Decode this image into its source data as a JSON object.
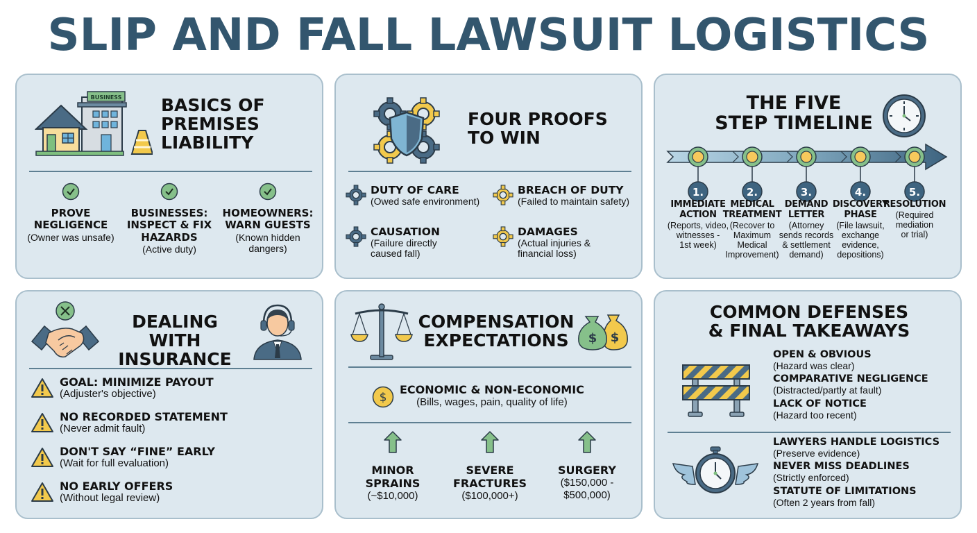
{
  "title": "SLIP AND FALL LAWSUIT LOGISTICS",
  "colors": {
    "title": "#33566e",
    "panel_bg": "#dde8ef",
    "panel_border": "#a9bfcc",
    "accent_blue": "#4a6b85",
    "accent_yellow": "#f2c94c",
    "accent_green": "#7fbf7f"
  },
  "panels": {
    "basics": {
      "title": "BASICS OF PREMISES LIABILITY",
      "title_lines": [
        "BASICS OF",
        "PREMISES",
        "LIABILITY"
      ],
      "building_sign": "BUSINESS",
      "items": [
        {
          "icon": "check-circle-icon",
          "title_lines": [
            "PROVE",
            "NEGLIGENCE"
          ],
          "sub_lines": [
            "(Owner was unsafe)"
          ]
        },
        {
          "icon": "check-circle-icon",
          "title_lines": [
            "BUSINESSES:",
            "INSPECT & FIX",
            "HAZARDS"
          ],
          "sub_lines": [
            "(Active duty)"
          ]
        },
        {
          "icon": "check-circle-icon",
          "title_lines": [
            "HOMEOWNERS:",
            "WARN GUESTS"
          ],
          "sub_lines": [
            "(Known hidden",
            "dangers)"
          ]
        }
      ]
    },
    "proofs": {
      "title_lines": [
        "FOUR PROOFS",
        "TO WIN"
      ],
      "items": [
        {
          "icon": "gear-icon",
          "color": "blue",
          "title": "DUTY OF CARE",
          "sub_lines": [
            "(Owed safe environment)"
          ]
        },
        {
          "icon": "gear-icon",
          "color": "yellow",
          "title": "BREACH OF DUTY",
          "sub_lines": [
            "(Failed to maintain safety)"
          ]
        },
        {
          "icon": "gear-icon",
          "color": "blue",
          "title": "CAUSATION",
          "sub_lines": [
            "(Failure directly",
            "caused fall)"
          ]
        },
        {
          "icon": "gear-icon",
          "color": "yellow",
          "title": "DAMAGES",
          "sub_lines": [
            "(Actual injuries &",
            "financial loss)"
          ]
        }
      ]
    },
    "timeline": {
      "title_lines": [
        "THE FIVE",
        "STEP TIMELINE"
      ],
      "steps": [
        {
          "number": "1.",
          "title_lines": [
            "IMMEDIATE",
            "ACTION"
          ],
          "sub_lines": [
            "(Reports, video,",
            "witnesses -",
            "1st week)"
          ]
        },
        {
          "number": "2.",
          "title_lines": [
            "MEDICAL",
            "TREATMENT"
          ],
          "sub_lines": [
            "(Recover to",
            "Maximum",
            "Medical",
            "Improvement)"
          ]
        },
        {
          "number": "3.",
          "title_lines": [
            "DEMAND",
            "LETTER"
          ],
          "sub_lines": [
            "(Attorney",
            "sends records",
            "& settlement",
            "demand)"
          ]
        },
        {
          "number": "4.",
          "title_lines": [
            "DISCOVERY",
            "PHASE"
          ],
          "sub_lines": [
            "(File lawsuit,",
            "exchange",
            "evidence,",
            "depositions)"
          ]
        },
        {
          "number": "5.",
          "title_lines": [
            "RESOLUTION"
          ],
          "sub_lines": [
            "(Required",
            "mediation",
            "or trial)"
          ]
        }
      ]
    },
    "insurance": {
      "title_lines": [
        "DEALING WITH",
        "INSURANCE"
      ],
      "items": [
        {
          "icon": "warning-icon",
          "title": "GOAL: MINIMIZE PAYOUT",
          "sub": "(Adjuster's objective)"
        },
        {
          "icon": "warning-icon",
          "title": "NO RECORDED STATEMENT",
          "sub": "(Never admit fault)"
        },
        {
          "icon": "warning-icon",
          "title": "DON'T SAY “FINE” EARLY",
          "sub": "(Wait for full evaluation)"
        },
        {
          "icon": "warning-icon",
          "title": "NO EARLY OFFERS",
          "sub": "(Without legal review)"
        }
      ]
    },
    "compensation": {
      "title_lines": [
        "COMPENSATION",
        "EXPECTATIONS"
      ],
      "summary": {
        "icon": "dollar-coin-icon",
        "title": "ECONOMIC & NON-ECONOMIC",
        "sub": "(Bills, wages, pain, quality of life)"
      },
      "tiers": [
        {
          "icon": "arrow-up-icon",
          "title_lines": [
            "MINOR",
            "SPRAINS"
          ],
          "sub_lines": [
            "(~$10,000)"
          ]
        },
        {
          "icon": "arrow-up-icon",
          "title_lines": [
            "SEVERE",
            "FRACTURES"
          ],
          "sub_lines": [
            "($100,000+)"
          ]
        },
        {
          "icon": "arrow-up-icon",
          "title_lines": [
            "SURGERY"
          ],
          "sub_lines": [
            "($150,000 -",
            "$500,000)"
          ]
        }
      ]
    },
    "defenses": {
      "title_lines": [
        "COMMON DEFENSES",
        "& FINAL TAKEAWAYS"
      ],
      "defenses": [
        {
          "title": "OPEN & OBVIOUS",
          "sub": "(Hazard was clear)"
        },
        {
          "title": "COMPARATIVE NEGLIGENCE",
          "sub": "(Distracted/partly at fault)"
        },
        {
          "title": "LACK OF NOTICE",
          "sub": "(Hazard too recent)"
        }
      ],
      "takeaways": [
        {
          "title": "LAWYERS HANDLE LOGISTICS",
          "sub": "(Preserve evidence)"
        },
        {
          "title": "NEVER MISS DEADLINES",
          "sub": "(Strictly enforced)"
        },
        {
          "title": "STATUTE OF LIMITATIONS",
          "sub": "(Often 2 years from fall)"
        }
      ]
    }
  }
}
